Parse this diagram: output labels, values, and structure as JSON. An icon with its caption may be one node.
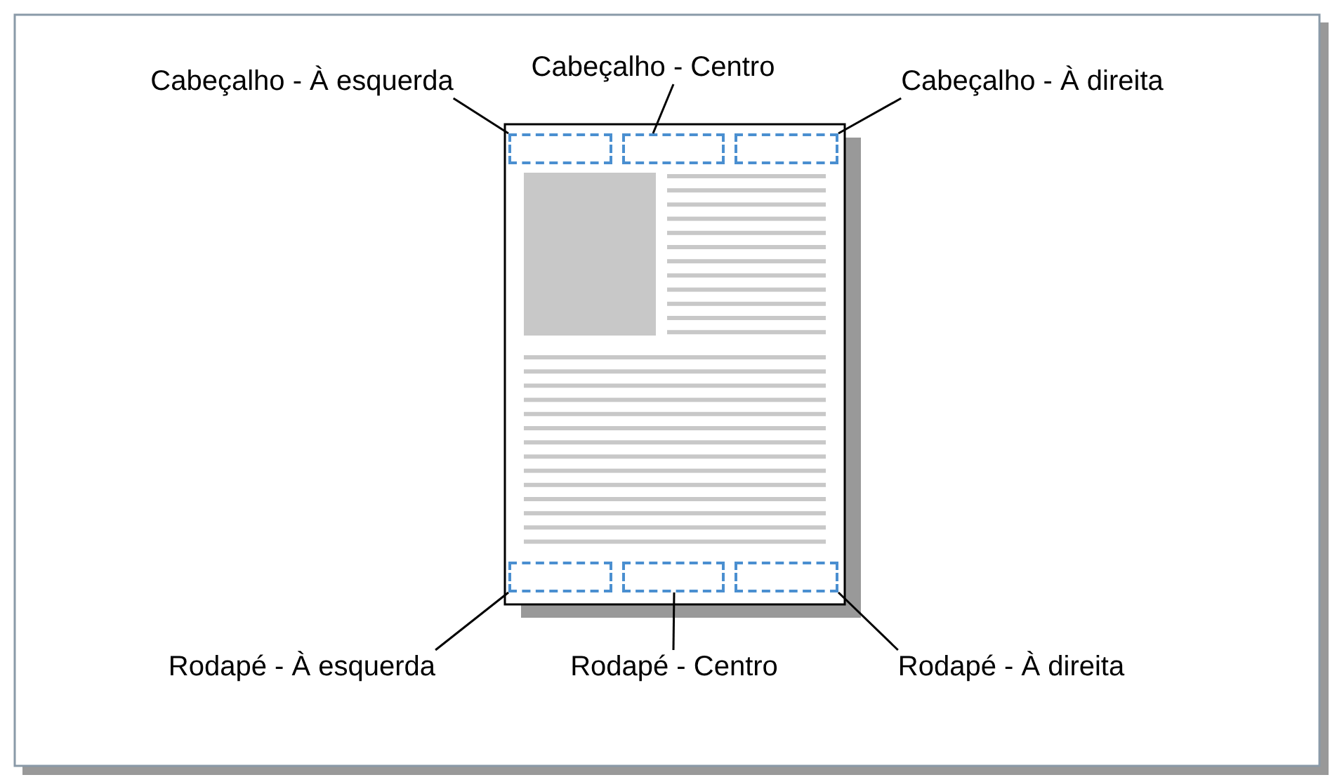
{
  "diagram": {
    "nodes": [
      {
        "text": [
          "Cabeçalho - À esquerda"
        ]
      },
      {
        "text": [
          "Cabeçalho - Centro"
        ]
      },
      {
        "text": [
          "Cabeçalho - À direita"
        ]
      },
      {
        "text": [],
        "shape": "box"
      },
      {
        "text": [],
        "shape": "box"
      },
      {
        "text": [],
        "shape": "box"
      },
      {
        "text": [],
        "shape": "box"
      },
      {
        "text": [],
        "shape": "box"
      },
      {
        "text": [],
        "shape": "box"
      },
      {
        "text": [
          "Rodapé - À esquerda"
        ]
      },
      {
        "text": [
          "Rodapé - Centro"
        ]
      },
      {
        "text": [
          "Rodapé - À direita"
        ]
      }
    ],
    "edges": [
      {
        "from": 0,
        "to": 3,
        "arrow": "none"
      },
      {
        "from": 1,
        "to": 4,
        "arrow": "none"
      },
      {
        "from": 2,
        "to": 5,
        "arrow": "none"
      },
      {
        "from": 9,
        "to": 6,
        "arrow": "none"
      },
      {
        "from": 10,
        "to": 7,
        "arrow": "none"
      },
      {
        "from": 11,
        "to": 8,
        "arrow": "none"
      }
    ]
  }
}
